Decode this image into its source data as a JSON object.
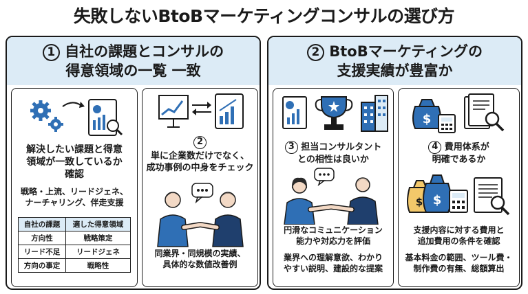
{
  "title": "失敗しないBtoBマーケティングコンサルの選び方",
  "left_panel": {
    "number": "1",
    "heading_line1": "自社の課題とコンサルの",
    "heading_line2": "得意領域の一覧 一致",
    "card1": {
      "text_line1": "解決したい課題と得意",
      "text_line2": "領域が一致しているか",
      "text_line3": "確認",
      "note_line1": "戦略・上流、リードジェネ、",
      "note_line2": "ナーチャリング、伴走支援",
      "table": {
        "headers": [
          "自社の課題",
          "適した得意領域"
        ],
        "rows": [
          [
            "方向性",
            "戦略策定"
          ],
          [
            "リード不足",
            "リードジェネ"
          ],
          [
            "方向の事定",
            "戦略性"
          ]
        ]
      }
    },
    "card2": {
      "number": "2",
      "text_line1": "単に企業数だけでなく、",
      "text_line2": "成功事例の中身をチェック",
      "note_line1": "同業界・同規模の実績、",
      "note_line2": "具体的な数値改善例"
    }
  },
  "right_panel": {
    "number": "2",
    "heading_line1": "BtoBマーケティングの",
    "heading_line2": "支援実績が豊富か",
    "card3": {
      "number": "3",
      "text_line1": "担当コンサルタント",
      "text_line2": "との相性は良いか",
      "note_line1": "円滑なコミュニケーション",
      "note_line2": "能力や対応力を評価",
      "note_line3": "業界への理解意欲、わかり",
      "note_line4": "やすい説明、建設的な提案"
    },
    "card4": {
      "number": "4",
      "text_line1": "費用体系が",
      "text_line2": "明確であるか",
      "note_line1": "支援内容に対する費用と",
      "note_line2": "追加費用の条件を確認",
      "note_line3": "基本料金の範囲、ツール費・",
      "note_line4": "制作費の有無、総額算出"
    }
  },
  "colors": {
    "header_bg": "#dcebf6",
    "icon_blue": "#2f6fb5",
    "icon_dark": "#1a1a1a"
  }
}
